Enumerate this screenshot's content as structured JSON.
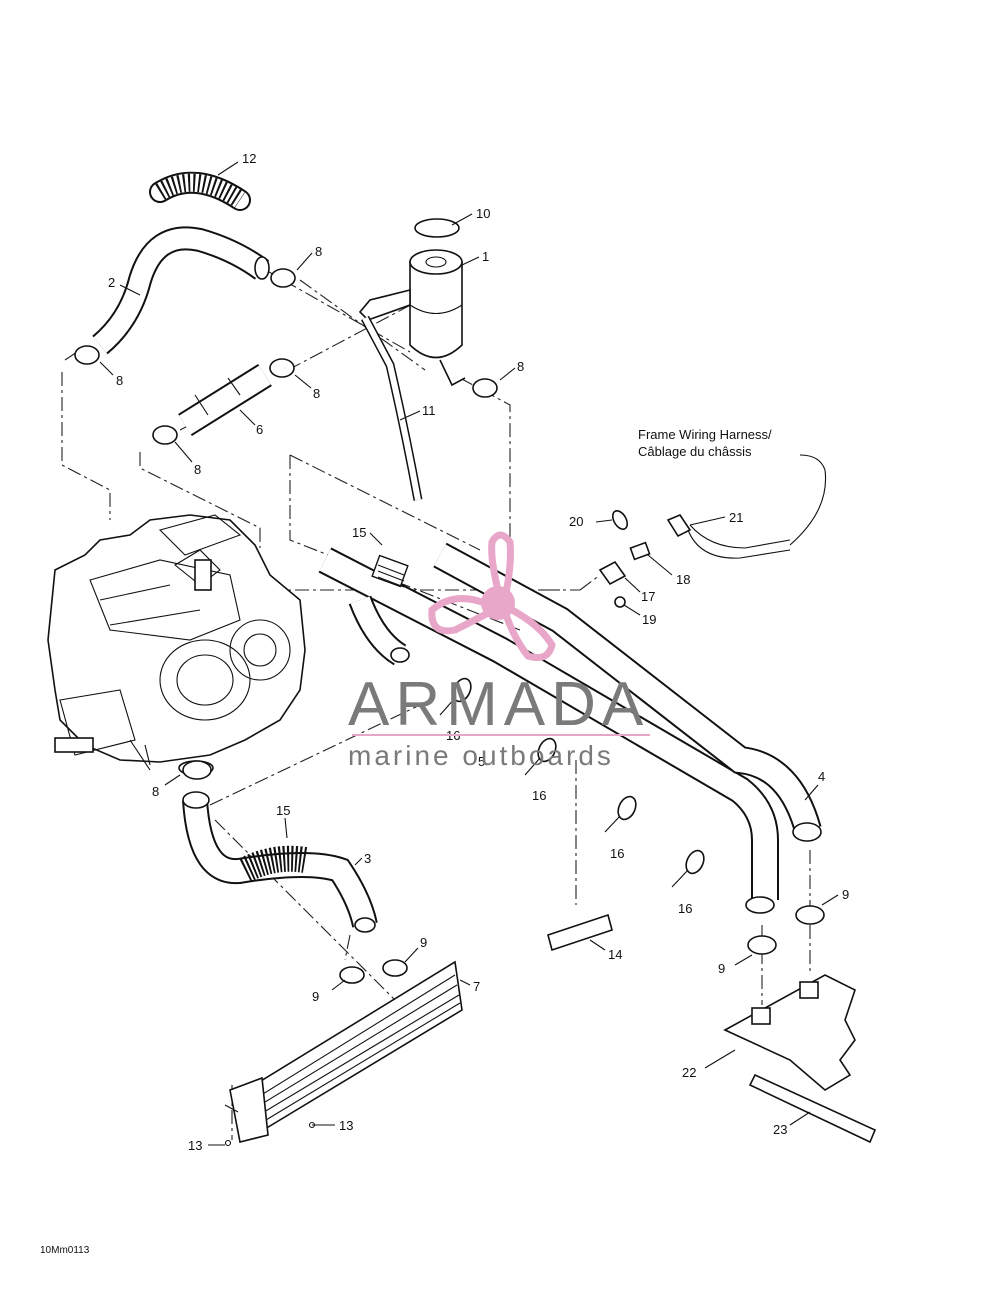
{
  "diagram": {
    "reference_code": "10Mm0113",
    "callouts": [
      {
        "id": "c12",
        "text": "12"
      },
      {
        "id": "c10",
        "text": "10"
      },
      {
        "id": "c1",
        "text": "1"
      },
      {
        "id": "c2",
        "text": "2"
      },
      {
        "id": "c8a",
        "text": "8"
      },
      {
        "id": "c8b",
        "text": "8"
      },
      {
        "id": "c8c",
        "text": "8"
      },
      {
        "id": "c8d",
        "text": "8"
      },
      {
        "id": "c8e",
        "text": "8"
      },
      {
        "id": "c8f",
        "text": "8"
      },
      {
        "id": "c6",
        "text": "6"
      },
      {
        "id": "c11",
        "text": "11"
      },
      {
        "id": "c15a",
        "text": "15"
      },
      {
        "id": "c20",
        "text": "20"
      },
      {
        "id": "c21",
        "text": "21"
      },
      {
        "id": "c17",
        "text": "17"
      },
      {
        "id": "c18",
        "text": "18"
      },
      {
        "id": "c19",
        "text": "19"
      },
      {
        "id": "c16a",
        "text": "16"
      },
      {
        "id": "c5",
        "text": "5"
      },
      {
        "id": "c16b",
        "text": "16"
      },
      {
        "id": "c16c",
        "text": "16"
      },
      {
        "id": "c16d",
        "text": "16"
      },
      {
        "id": "c4",
        "text": "4"
      },
      {
        "id": "c15b",
        "text": "15"
      },
      {
        "id": "c3",
        "text": "3"
      },
      {
        "id": "c9a",
        "text": "9"
      },
      {
        "id": "c9b",
        "text": "9"
      },
      {
        "id": "c9c",
        "text": "9"
      },
      {
        "id": "c9d",
        "text": "9"
      },
      {
        "id": "c7",
        "text": "7"
      },
      {
        "id": "c14",
        "text": "14"
      },
      {
        "id": "c22",
        "text": "22"
      },
      {
        "id": "c23",
        "text": "23"
      },
      {
        "id": "c13a",
        "text": "13"
      },
      {
        "id": "c13b",
        "text": "13"
      }
    ],
    "harness_note": {
      "line1": "Frame Wiring Harness/",
      "line2": "Câblage du châssis"
    }
  },
  "watermark": {
    "title": "ARMADA",
    "subtitle": "marine outboards",
    "colors": {
      "text": "#7a7a7a",
      "accent": "#e8a6c9",
      "accent_dark": "#d98ab8"
    }
  }
}
